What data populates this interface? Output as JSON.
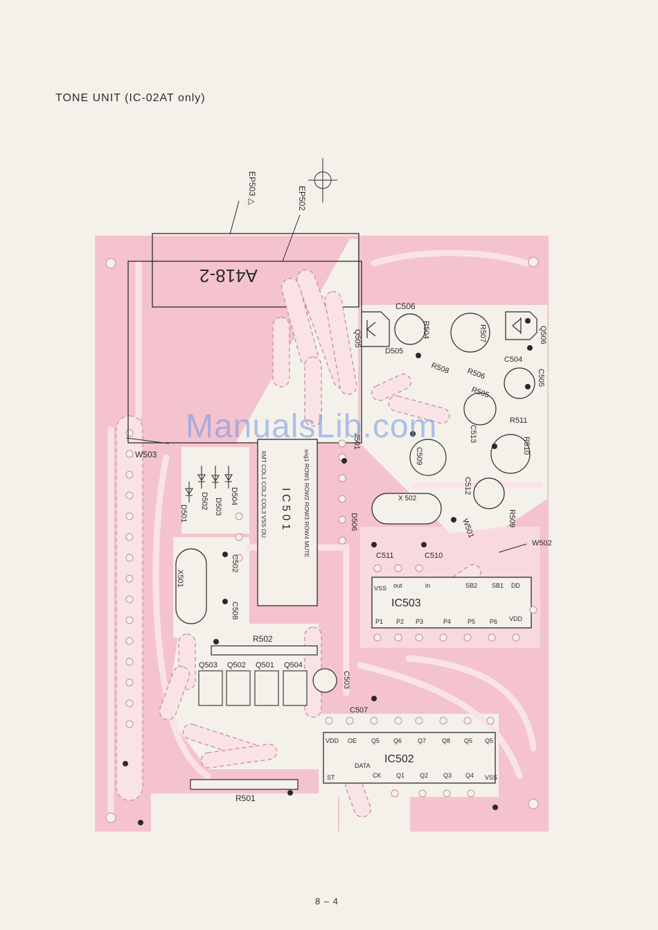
{
  "title": "TONE UNIT (IC-02AT only)",
  "page_number": "8 – 4",
  "watermark": "ManualsLib.com",
  "board_mark": "A418-2",
  "colors": {
    "board": "#f4c3cd",
    "trace": "#f8e5e9",
    "ink": "#2a2a2a",
    "paper": "#f4f1ea"
  },
  "labels": {
    "ep503": "EP503 △",
    "ep502": "EP502",
    "w503": "W503",
    "w501": "W501",
    "w502": "W502",
    "q505": "Q505",
    "q506": "Q506",
    "c506": "C506",
    "r504": "R504",
    "r507": "R507",
    "c504": "C504",
    "c505": "C505",
    "d505": "D505",
    "r508": "R508",
    "r506": "R506",
    "r505": "R505",
    "r511": "R511",
    "c513": "C513",
    "r510": "R510",
    "c509": "C509",
    "c512": "C512",
    "r509": "R509",
    "x502": "X 502",
    "d506": "D506",
    "c511": "C511",
    "c510": "C510",
    "d501": "D501",
    "d502": "D502",
    "d503": "D503",
    "d504": "D504",
    "x501": "X501",
    "c502": "C502",
    "c508": "C508",
    "r502": "R502",
    "q503": "Q503",
    "q502": "Q502",
    "q501": "Q501",
    "q504": "Q504",
    "c503": "C503",
    "c507": "C507",
    "r501": "R501",
    "j501": "J501"
  },
  "ic501": {
    "name": "I C 5 0 1",
    "pins_top": "sng1 ROW1 ROW2 ROW3 ROW4 MUTE",
    "pins_bottom": "XMT COL1 COL2 COL3 VSS OU"
  },
  "ic502": {
    "name": "IC502",
    "pins_top": [
      "VDD",
      "OE",
      "Q5",
      "Q6",
      "Q7",
      "Q8",
      "Q5",
      "Q5"
    ],
    "pins_bottom": [
      "ST",
      "DATA",
      "CK",
      "Q1",
      "Q2",
      "Q3",
      "Q4",
      "VSS"
    ]
  },
  "ic503": {
    "name": "IC503",
    "pins_top": [
      "VSS",
      "out",
      "in",
      "SB2",
      "SB1",
      "DD"
    ],
    "pins_bottom": [
      "P1",
      "P2",
      "P3",
      "P4",
      "P5",
      "P6",
      "VDD"
    ]
  }
}
